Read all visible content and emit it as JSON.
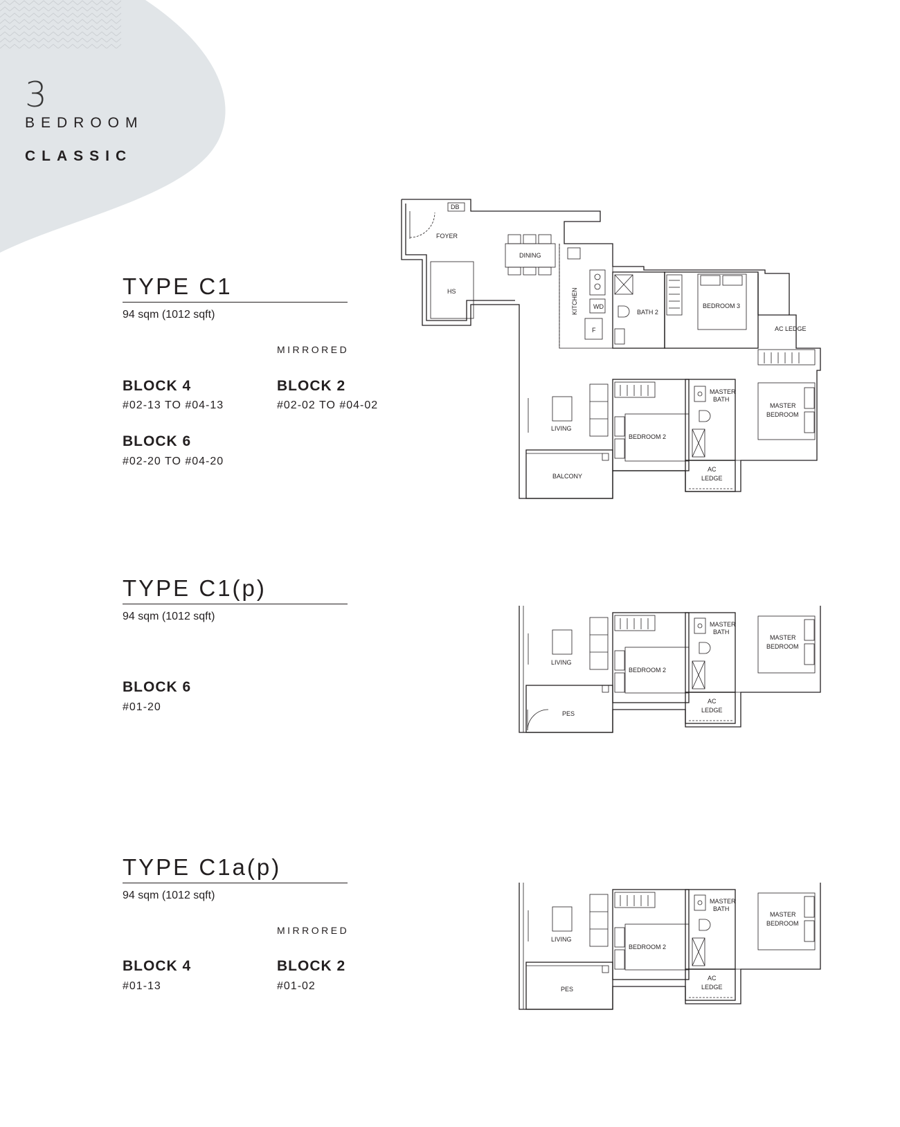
{
  "header": {
    "number": "3",
    "category": "BEDROOM",
    "series": "CLASSIC"
  },
  "types": [
    {
      "title": "TYPE C1",
      "area": "94 sqm (1012 sqft)",
      "mirrored_label": "MIRRORED",
      "blocks": [
        {
          "name": "BLOCK 4",
          "units": "#02-13 TO #04-13"
        },
        {
          "name": "BLOCK 2",
          "units": "#02-02 TO #04-02"
        },
        {
          "name": "BLOCK 6",
          "units": "#02-20 TO #04-20"
        }
      ],
      "rooms": {
        "db": "DB",
        "foyer": "FOYER",
        "dining": "DINING",
        "hs": "HS",
        "kitchen": "KITCHEN",
        "wd": "WD",
        "f": "F",
        "bath2": "BATH 2",
        "bedroom3": "BEDROOM 3",
        "ac_ledge_top": "AC LEDGE",
        "living": "LIVING",
        "bedroom2": "BEDROOM 2",
        "master_bath_1": "MASTER",
        "master_bath_2": "BATH",
        "master_bed_1": "MASTER",
        "master_bed_2": "BEDROOM",
        "balcony": "BALCONY",
        "ac_ledge_1": "AC",
        "ac_ledge_2": "LEDGE"
      }
    },
    {
      "title": "TYPE C1(p)",
      "area": "94 sqm (1012 sqft)",
      "blocks": [
        {
          "name": "BLOCK 6",
          "units": "#01-20"
        }
      ],
      "rooms": {
        "living": "LIVING",
        "bedroom2": "BEDROOM 2",
        "master_bath_1": "MASTER",
        "master_bath_2": "BATH",
        "master_bed_1": "MASTER",
        "master_bed_2": "BEDROOM",
        "pes": "PES",
        "ac_ledge_1": "AC",
        "ac_ledge_2": "LEDGE"
      }
    },
    {
      "title": "TYPE C1a(p)",
      "area": "94 sqm (1012 sqft)",
      "mirrored_label": "MIRRORED",
      "blocks": [
        {
          "name": "BLOCK 4",
          "units": "#01-13"
        },
        {
          "name": "BLOCK 2",
          "units": "#01-02"
        }
      ],
      "rooms": {
        "living": "LIVING",
        "bedroom2": "BEDROOM 2",
        "master_bath_1": "MASTER",
        "master_bath_2": "BATH",
        "master_bed_1": "MASTER",
        "master_bed_2": "BEDROOM",
        "pes": "PES",
        "ac_ledge_1": "AC",
        "ac_ledge_2": "LEDGE"
      }
    }
  ]
}
